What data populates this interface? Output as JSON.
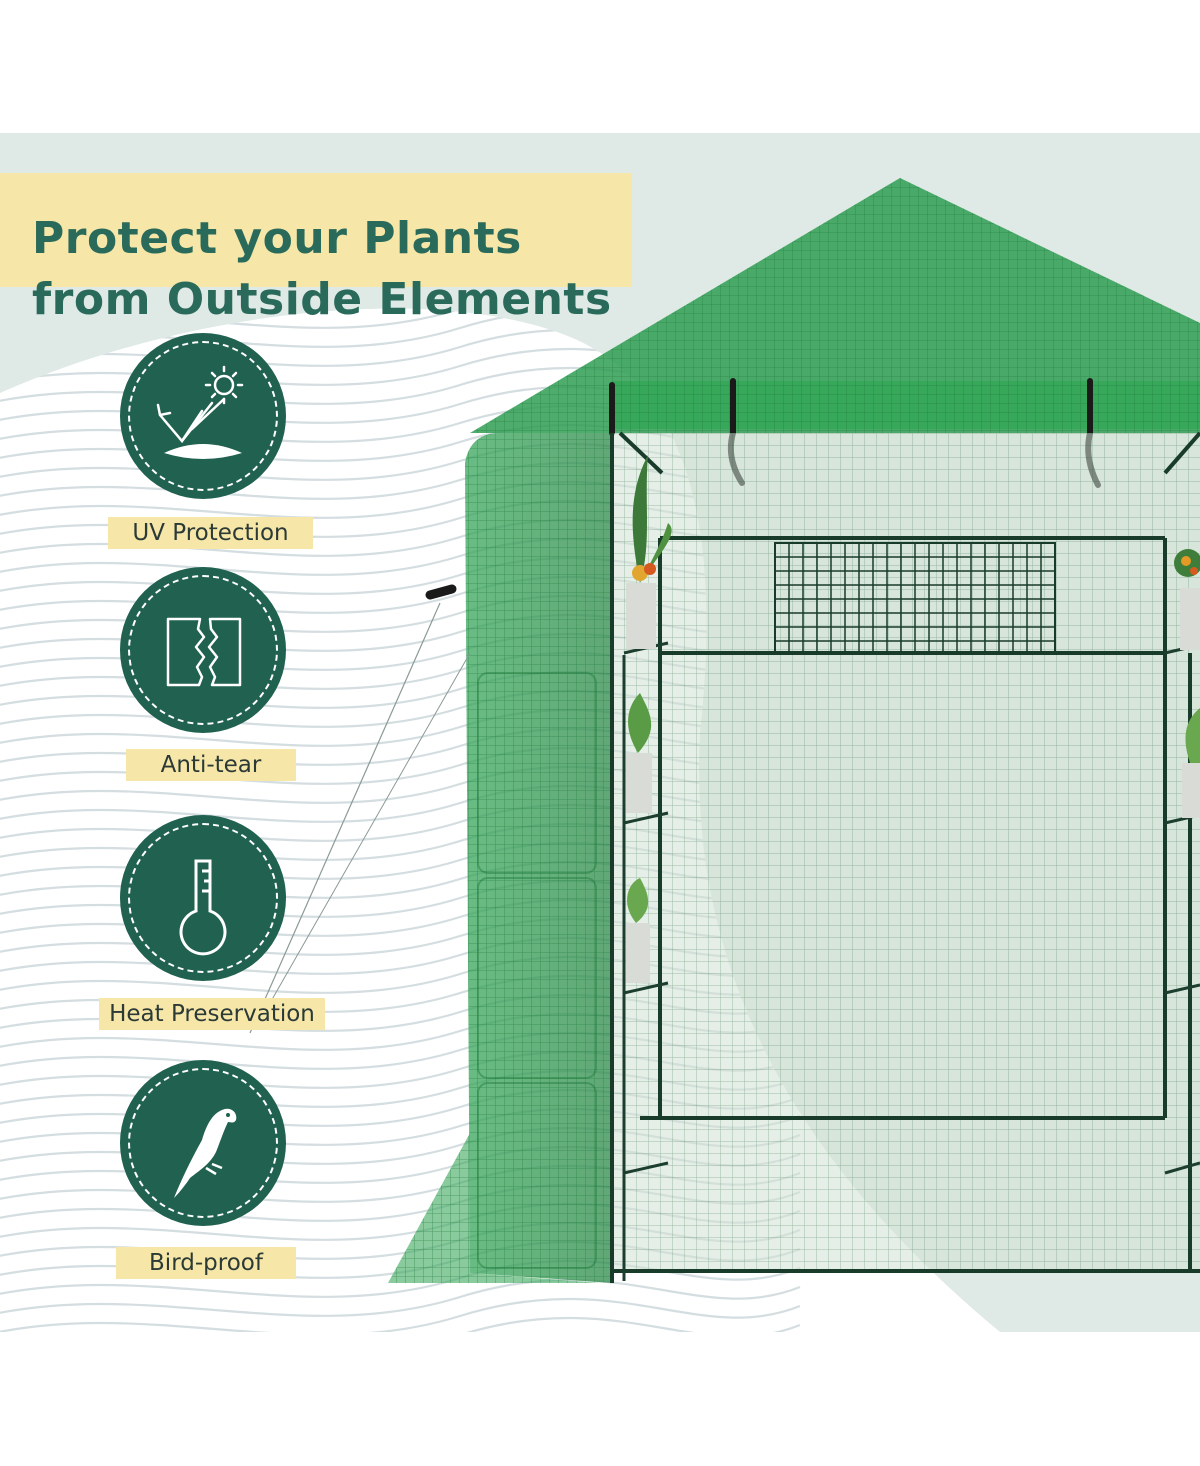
{
  "headline": {
    "line1": "Protect your Plants",
    "line2": "from Outside Elements"
  },
  "features": [
    {
      "label": "UV Protection",
      "icon": "uv-protection-icon"
    },
    {
      "label": "Anti-tear",
      "icon": "anti-tear-icon"
    },
    {
      "label": "Heat Preservation",
      "icon": "thermometer-icon"
    },
    {
      "label": "Bird-proof",
      "icon": "bird-icon"
    }
  ],
  "colors": {
    "brand_green": "#20614f",
    "highlight": "#f6e6a8",
    "greenhouse_cover": "#2e9a4f",
    "background": "#dfe9e5"
  }
}
